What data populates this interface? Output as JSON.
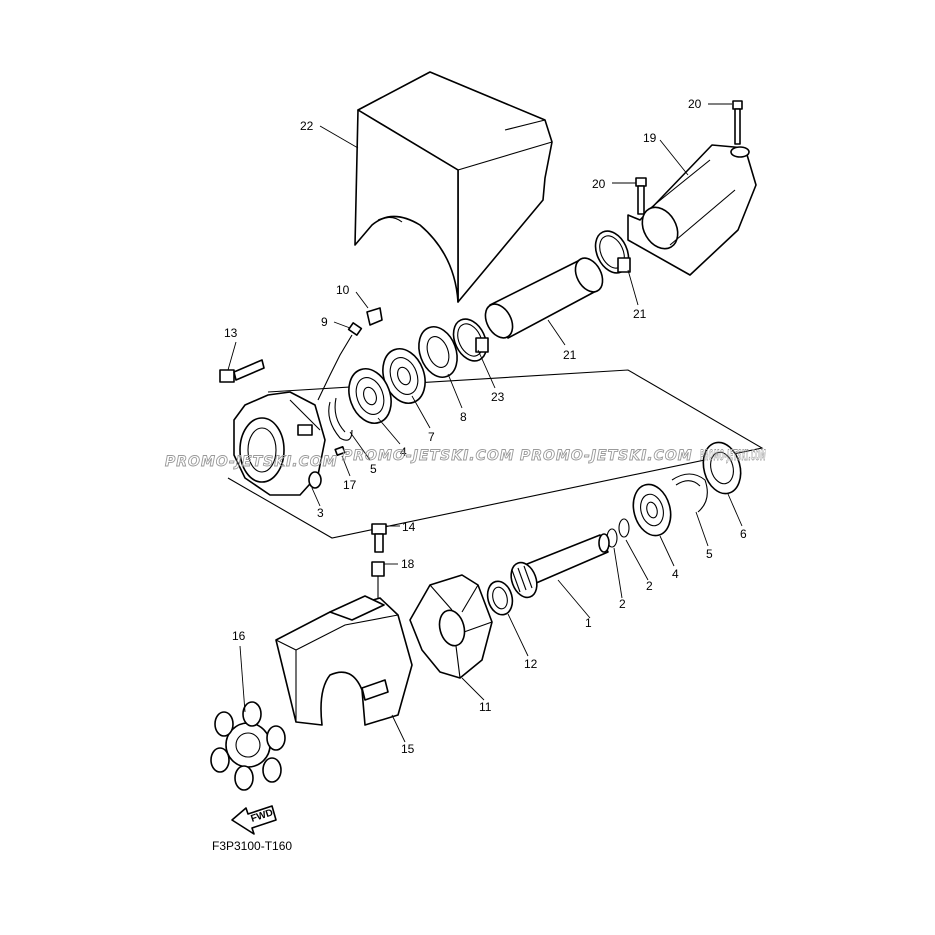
{
  "diagram": {
    "code": "F3P3100-T160",
    "fwd_label": "FWD",
    "watermarks": [
      "PROMO-JETSKI.COM",
      "PROMO-JETSKI.COM",
      "PROMO-JETSKI.COM",
      "PROMO-JETSKI.COM"
    ],
    "callouts": [
      "1",
      "2",
      "2",
      "3",
      "4",
      "4",
      "5",
      "5",
      "6",
      "7",
      "8",
      "9",
      "10",
      "11",
      "12",
      "13",
      "14",
      "15",
      "16",
      "17",
      "18",
      "19",
      "20",
      "20",
      "21",
      "21",
      "22",
      "23"
    ]
  }
}
